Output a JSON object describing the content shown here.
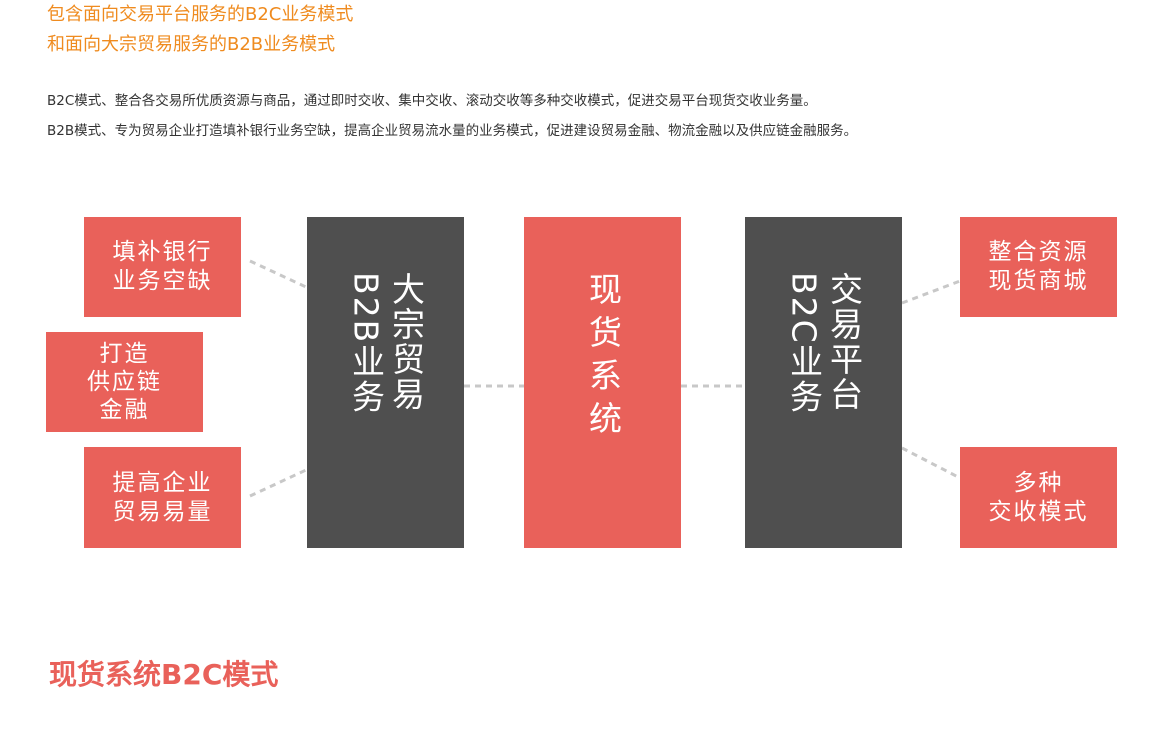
{
  "headlines": [
    "包含面向交易平台服务的B2C业务模式",
    "和面向大宗贸易服务的B2B业务模式"
  ],
  "descriptions": [
    "B2C模式、整合各交易所优质资源与商品，通过即时交收、集中交收、滚动交收等多种交收模式，促进交易平台现货交收业务量。",
    "B2B模式、专为贸易企业打造填补银行业务空缺，提高企业贸易流水量的业务模式，促进建设贸易金融、物流金融以及供应链金融服务。"
  ],
  "diagram": {
    "left_boxes": {
      "top": [
        "填补银行",
        "业务空缺"
      ],
      "middle": [
        "打造",
        "供应链",
        "金融"
      ],
      "bottom": [
        "提高企业",
        "贸易易量"
      ]
    },
    "b2b": {
      "col_right": "大宗贸易",
      "col_left": "B2B业务"
    },
    "center": "现货系统",
    "b2c": {
      "col_right": "交易平台",
      "col_left": "B2C业务"
    },
    "right_boxes": {
      "top": [
        "整合资源",
        "现货商城"
      ],
      "bottom": [
        "多种",
        "交收模式"
      ]
    },
    "colors": {
      "red": "#e9615a",
      "dark": "#4f4f4f",
      "connector": "#c8c8c8",
      "headline": "#ef8b1f"
    }
  },
  "section_title": "现货系统B2C模式"
}
